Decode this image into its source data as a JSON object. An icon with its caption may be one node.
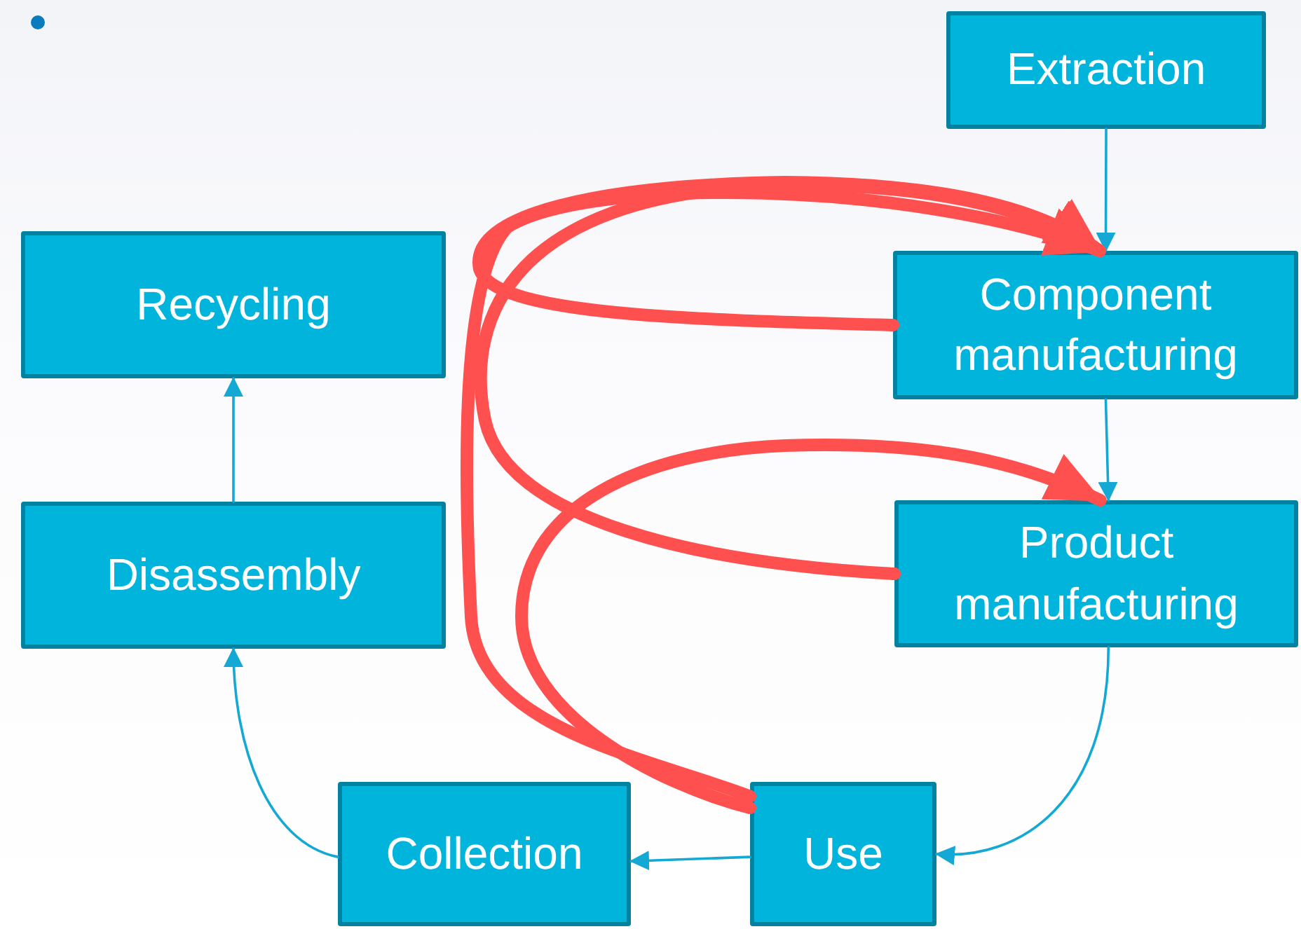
{
  "diagram": {
    "nodes": [
      {
        "text": [
          "Extraction"
        ]
      },
      {
        "text": [
          "Recycling"
        ]
      },
      {
        "text": [
          "Component manufacturing"
        ]
      },
      {
        "text": [
          "Disassembly"
        ]
      },
      {
        "text": [
          "Product manufacturing"
        ]
      },
      {
        "text": [
          "Collection"
        ]
      },
      {
        "text": [
          "Use"
        ]
      }
    ],
    "edges": [
      {
        "from": 0,
        "to": 2,
        "arrow": "to"
      },
      {
        "from": 2,
        "to": 4,
        "arrow": "to"
      },
      {
        "from": 4,
        "to": 6,
        "arrow": "to"
      },
      {
        "from": 6,
        "to": 5,
        "arrow": "to"
      },
      {
        "from": 5,
        "to": 3,
        "arrow": "to"
      },
      {
        "from": 3,
        "to": 1,
        "arrow": "to"
      },
      {
        "from": 2,
        "to": 2,
        "arrow": "to",
        "style": "thick",
        "color": "#ff5050"
      },
      {
        "from": 4,
        "to": 2,
        "arrow": "to",
        "style": "thick",
        "color": "#ff5050"
      },
      {
        "from": 6,
        "to": 2,
        "arrow": "to",
        "style": "thick",
        "color": "#ff5050"
      },
      {
        "from": 6,
        "to": 4,
        "arrow": "to",
        "style": "thick",
        "color": "#ff5050"
      }
    ]
  }
}
